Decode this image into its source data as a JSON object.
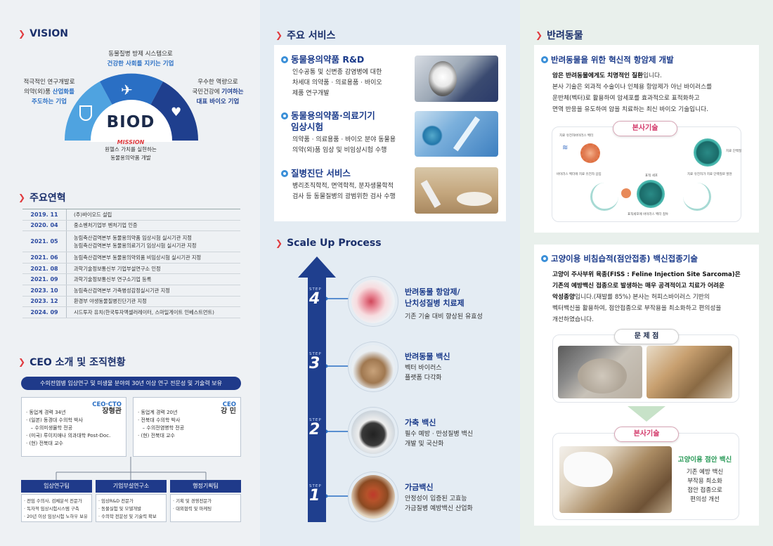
{
  "vision": {
    "title": "VISION",
    "top_line1": "동물질병 방제 시스템으로",
    "top_line2": "건강한 사회를 지키는 기업",
    "left_line1": "적극적인 연구개발로",
    "left_line2_a": "의약(외)품 ",
    "left_line2_b": "산업화를",
    "left_line3": "주도하는 기업",
    "right_line1": "우수한 역량으로",
    "right_line2_a": "국민건강에 ",
    "right_line2_b": "기여하는",
    "right_line3": "대표 바이오 기업",
    "logo": "BIOD",
    "mission_label": "MISSION",
    "mission_line1": "원헬스 가치를 실현하는",
    "mission_line2": "동물용의약품 개발",
    "colors": {
      "arc_light": "#4fa3e0",
      "arc_mid": "#2a6fc4",
      "arc_dark": "#1f3f8e",
      "logo_o": "#e03a3e"
    }
  },
  "history": {
    "title": "주요연혁",
    "rows": [
      {
        "year": "2019. 11",
        "items": [
          "(주)바이오드 설립"
        ]
      },
      {
        "year": "2020. 04",
        "items": [
          "중소벤처기업부 벤처기업 인증"
        ]
      },
      {
        "year": "2021. 05",
        "items": [
          "농림축산검역본부 동물용의약품 임상시험 실시기관 지정",
          "농림축산검역본부 동물용의료기기 임상시험 실시기관 지정"
        ]
      },
      {
        "year": "2021. 06",
        "items": [
          "농림축산검역본부 동물용의약외품 비임상시험 실시기관 지정"
        ]
      },
      {
        "year": "2021. 08",
        "items": [
          "과학기술정보통신부 기업부설연구소 인정"
        ]
      },
      {
        "year": "2021. 09",
        "items": [
          "과학기술정보통신부 연구소기업 등록"
        ]
      },
      {
        "year": "2023. 10",
        "items": [
          "농림축산검역본부 가축병성감정실시기관 지정"
        ]
      },
      {
        "year": "2023. 12",
        "items": [
          "환경부 야생동물질병진단기관 지정"
        ]
      },
      {
        "year": "2024. 09",
        "items": [
          "시드투자 유치(한국투자액셀러레이터, 스마일게이트 인베스트먼트)"
        ]
      }
    ]
  },
  "ceo": {
    "title": "CEO 소개 및 조직현황",
    "banner": "수의전염병 임상연구 및 미생물 분야의 30년 이상 연구 전문성 및 기술력 보유",
    "person1": {
      "role": "CEO·CTO",
      "name": "장형관",
      "lines": [
        "· 동업계 경력 34년",
        "· (일본) 동경대 수의학 박사",
        "   – 수의미생물학 전공",
        "· (미국) 루이지애나 의과대학 Post-Doc.",
        "· (현) 전북대 교수"
      ]
    },
    "person2": {
      "role": "CEO",
      "name": "강 민",
      "lines": [
        "· 동업계 경력 20년",
        "· 전북대 수의학 박사",
        "   – 수의전염병학 전공",
        "· (현) 전북대 교수"
      ]
    },
    "teams": [
      {
        "name": "임상연구팀",
        "lines": [
          "· 전임 수의사, 검체분석 전문가",
          "· 독자적 임상시험시스템 구축",
          "· 20년 이상 임상시험 노하우 보유"
        ]
      },
      {
        "name": "기업부설연구소",
        "lines": [
          "· 임상R&D 전문가",
          "· 동물실험 및 모델개발",
          "· 수의학 전문성 및 기술력 확보"
        ]
      },
      {
        "name": "행정기획팀",
        "lines": [
          "· 기획 및 경영전문가",
          "· 대외협력 및 마케팅"
        ]
      }
    ]
  },
  "services": {
    "title": "주요 서비스",
    "items": [
      {
        "title": "동물용의약품 R&D",
        "lines": [
          "인수공통 및 신변종 감염병에 대한",
          "차세대 의약품 · 의료용품 · 바이오",
          "제품 연구개발"
        ]
      },
      {
        "title_line1": "동물용의약품·의료기기",
        "title_line2": "임상시험",
        "lines": [
          "의약품 · 의료용품 · 바이오 분야 동물용",
          "의약(외)품 임상 및 비임상시험 수행"
        ]
      },
      {
        "title": "질병진단 서비스",
        "lines": [
          "병리조직학적, 면역학적, 분자생물학적",
          "검사 등 동물질병의 광범위한 검사 수행"
        ]
      }
    ]
  },
  "scaleup": {
    "title": "Scale Up Process",
    "step_label": "STEP",
    "steps": [
      {
        "num": "4",
        "title_line1": "반려동물 항암제/",
        "title_line2": "난치성질병 치료제",
        "desc": [
          "기존 기술 대비 향상된 유효성"
        ]
      },
      {
        "num": "3",
        "title_line1": "반려동물 백신",
        "desc": [
          "벡터 바이러스",
          "플랫폼 다각화"
        ]
      },
      {
        "num": "2",
        "title_line1": "가축 백신",
        "desc": [
          "필수 예방 · 만성질병 백신",
          "개발 및 국산화"
        ]
      },
      {
        "num": "1",
        "title_line1": "가금백신",
        "desc": [
          "안정성이 입증된 고효능",
          "가금질병 예방백신 산업화"
        ]
      }
    ],
    "colors": {
      "arrow": "#1f3f8e",
      "accent": "#2a6fc4"
    }
  },
  "pets": {
    "title": "반려동물",
    "anticancer": {
      "title": "반려동물을 위한 혁신적 항암제 개발",
      "lead": "암은 반려동물에게도 치명적인 질환",
      "lead_tail": "입니다.",
      "lines": [
        "본사 기술은 외과적 수술이나 인체용 항암제가 아닌 바이러스를",
        "운반체(벡터)로 활용하여 암세포를 효과적으로 표적화하고",
        "면역 반응을 유도하여 암을 치료하는 최신 바이오 기술입니다."
      ],
      "pill": "본사기술",
      "diagram_labels": [
        "치료 유전자",
        "바이러스 벡터",
        "바이러스 벡터에 치료 유전자 삽입",
        "치료 단백질",
        "치료 유전자가 치료 단백질로 발현",
        "표적 세포",
        "표적세포에 바이러스 벡터 접투"
      ]
    },
    "fiss": {
      "title": "고양이용 비침습적(점안접종) 백신접종기술",
      "lead1": "고양이 주사부위 육종",
      "lead1_tail": "(FISS : Feline Injection Site Sarcoma)은",
      "lead2": "기존의 예방백신 접종으로 발생하는 매우 공격적이고 치료가 어려운",
      "lead3": "악성종양",
      "lead3_tail": "입니다.(재발률 85%)  본사는 허피스바이러스 기반의",
      "lines": [
        "벡터백신을 활용하여, 점안접종으로 부작용을 최소화하고 편의성을",
        "개선하였습니다."
      ],
      "problem_pill": "문 제 점",
      "tech_pill": "본사기술",
      "vaccine_title": "고양이용 점안 백신",
      "vaccine_lines": [
        "기존 예방 백신",
        "부작용 최소화",
        "점안 접종으로",
        "편의성 개선"
      ]
    }
  }
}
